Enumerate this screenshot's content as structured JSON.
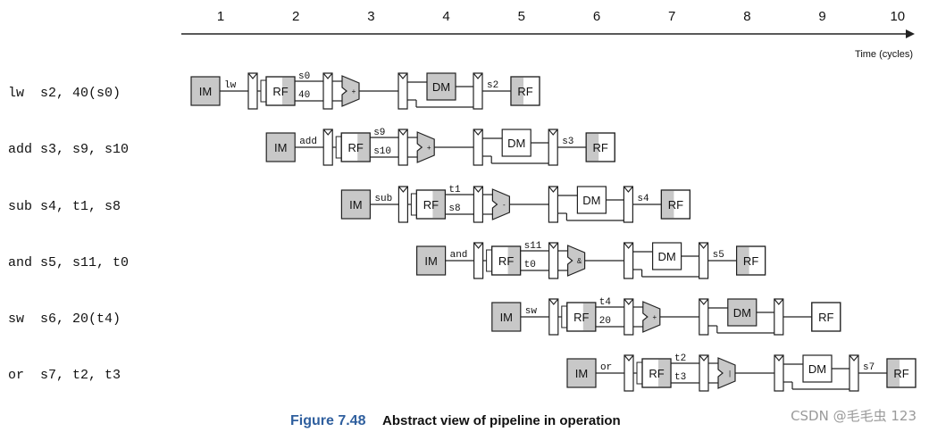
{
  "time_axis": {
    "cycles": [
      "1",
      "2",
      "3",
      "4",
      "5",
      "6",
      "7",
      "8",
      "9",
      "10"
    ],
    "label": "Time (cycles)"
  },
  "instructions": [
    {
      "text": "lw  s2, 40(s0)",
      "decode_label": "lw",
      "rs1": "s0",
      "rs2": "40",
      "alu_op": "+",
      "rd": "s2",
      "mem_active": true,
      "writes_back": true
    },
    {
      "text": "add s3, s9, s10",
      "decode_label": "add",
      "rs1": "s9",
      "rs2": "s10",
      "alu_op": "+",
      "rd": "s3",
      "mem_active": false,
      "writes_back": true
    },
    {
      "text": "sub s4, t1, s8",
      "decode_label": "sub",
      "rs1": "t1",
      "rs2": "s8",
      "alu_op": "-",
      "rd": "s4",
      "mem_active": false,
      "writes_back": true
    },
    {
      "text": "and s5, s11, t0",
      "decode_label": "and",
      "rs1": "s11",
      "rs2": "t0",
      "alu_op": "&",
      "rd": "s5",
      "mem_active": false,
      "writes_back": true
    },
    {
      "text": "sw  s6, 20(t4)",
      "decode_label": "sw",
      "rs1": "t4",
      "rs2": "20",
      "alu_op": "+",
      "rd": "",
      "mem_active": true,
      "writes_back": false
    },
    {
      "text": "or  s7, t2, t3",
      "decode_label": "or",
      "rs1": "t2",
      "rs2": "t3",
      "alu_op": "|",
      "rd": "s7",
      "mem_active": false,
      "writes_back": true
    }
  ],
  "blocks": {
    "im": "IM",
    "rf": "RF",
    "dm": "DM"
  },
  "caption": {
    "number": "Figure 7.48",
    "text": "Abstract view of pipeline in operation"
  },
  "watermark": "CSDN @毛毛虫 123",
  "colors": {
    "shade": "#c8c8c8",
    "stroke": "#222222",
    "caption_blue": "#2f5f9e"
  }
}
